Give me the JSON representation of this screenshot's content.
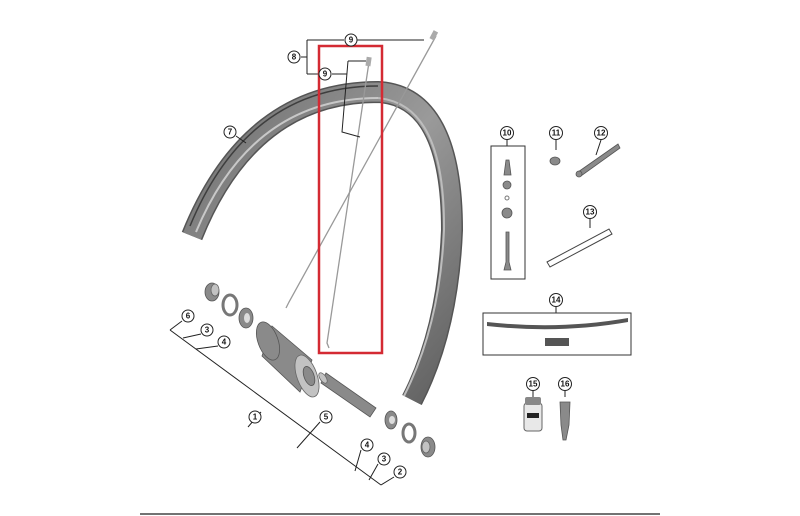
{
  "diagram": {
    "callouts": [
      {
        "id": "c9a",
        "label": "9"
      },
      {
        "id": "c8",
        "label": "8"
      },
      {
        "id": "c9b",
        "label": "9"
      },
      {
        "id": "c7",
        "label": "7"
      },
      {
        "id": "c10",
        "label": "10"
      },
      {
        "id": "c11",
        "label": "11"
      },
      {
        "id": "c12",
        "label": "12"
      },
      {
        "id": "c13",
        "label": "13"
      },
      {
        "id": "c14",
        "label": "14"
      },
      {
        "id": "c15",
        "label": "15"
      },
      {
        "id": "c16",
        "label": "16"
      },
      {
        "id": "c6",
        "label": "6"
      },
      {
        "id": "c3a",
        "label": "3"
      },
      {
        "id": "c4a",
        "label": "4"
      },
      {
        "id": "c1",
        "label": "1"
      },
      {
        "id": "c5",
        "label": "5"
      },
      {
        "id": "c4b",
        "label": "4"
      },
      {
        "id": "c3b",
        "label": "3"
      },
      {
        "id": "c2",
        "label": "2"
      }
    ],
    "highlight_color": "#d42a33",
    "part_color": "#8a8a8a"
  }
}
